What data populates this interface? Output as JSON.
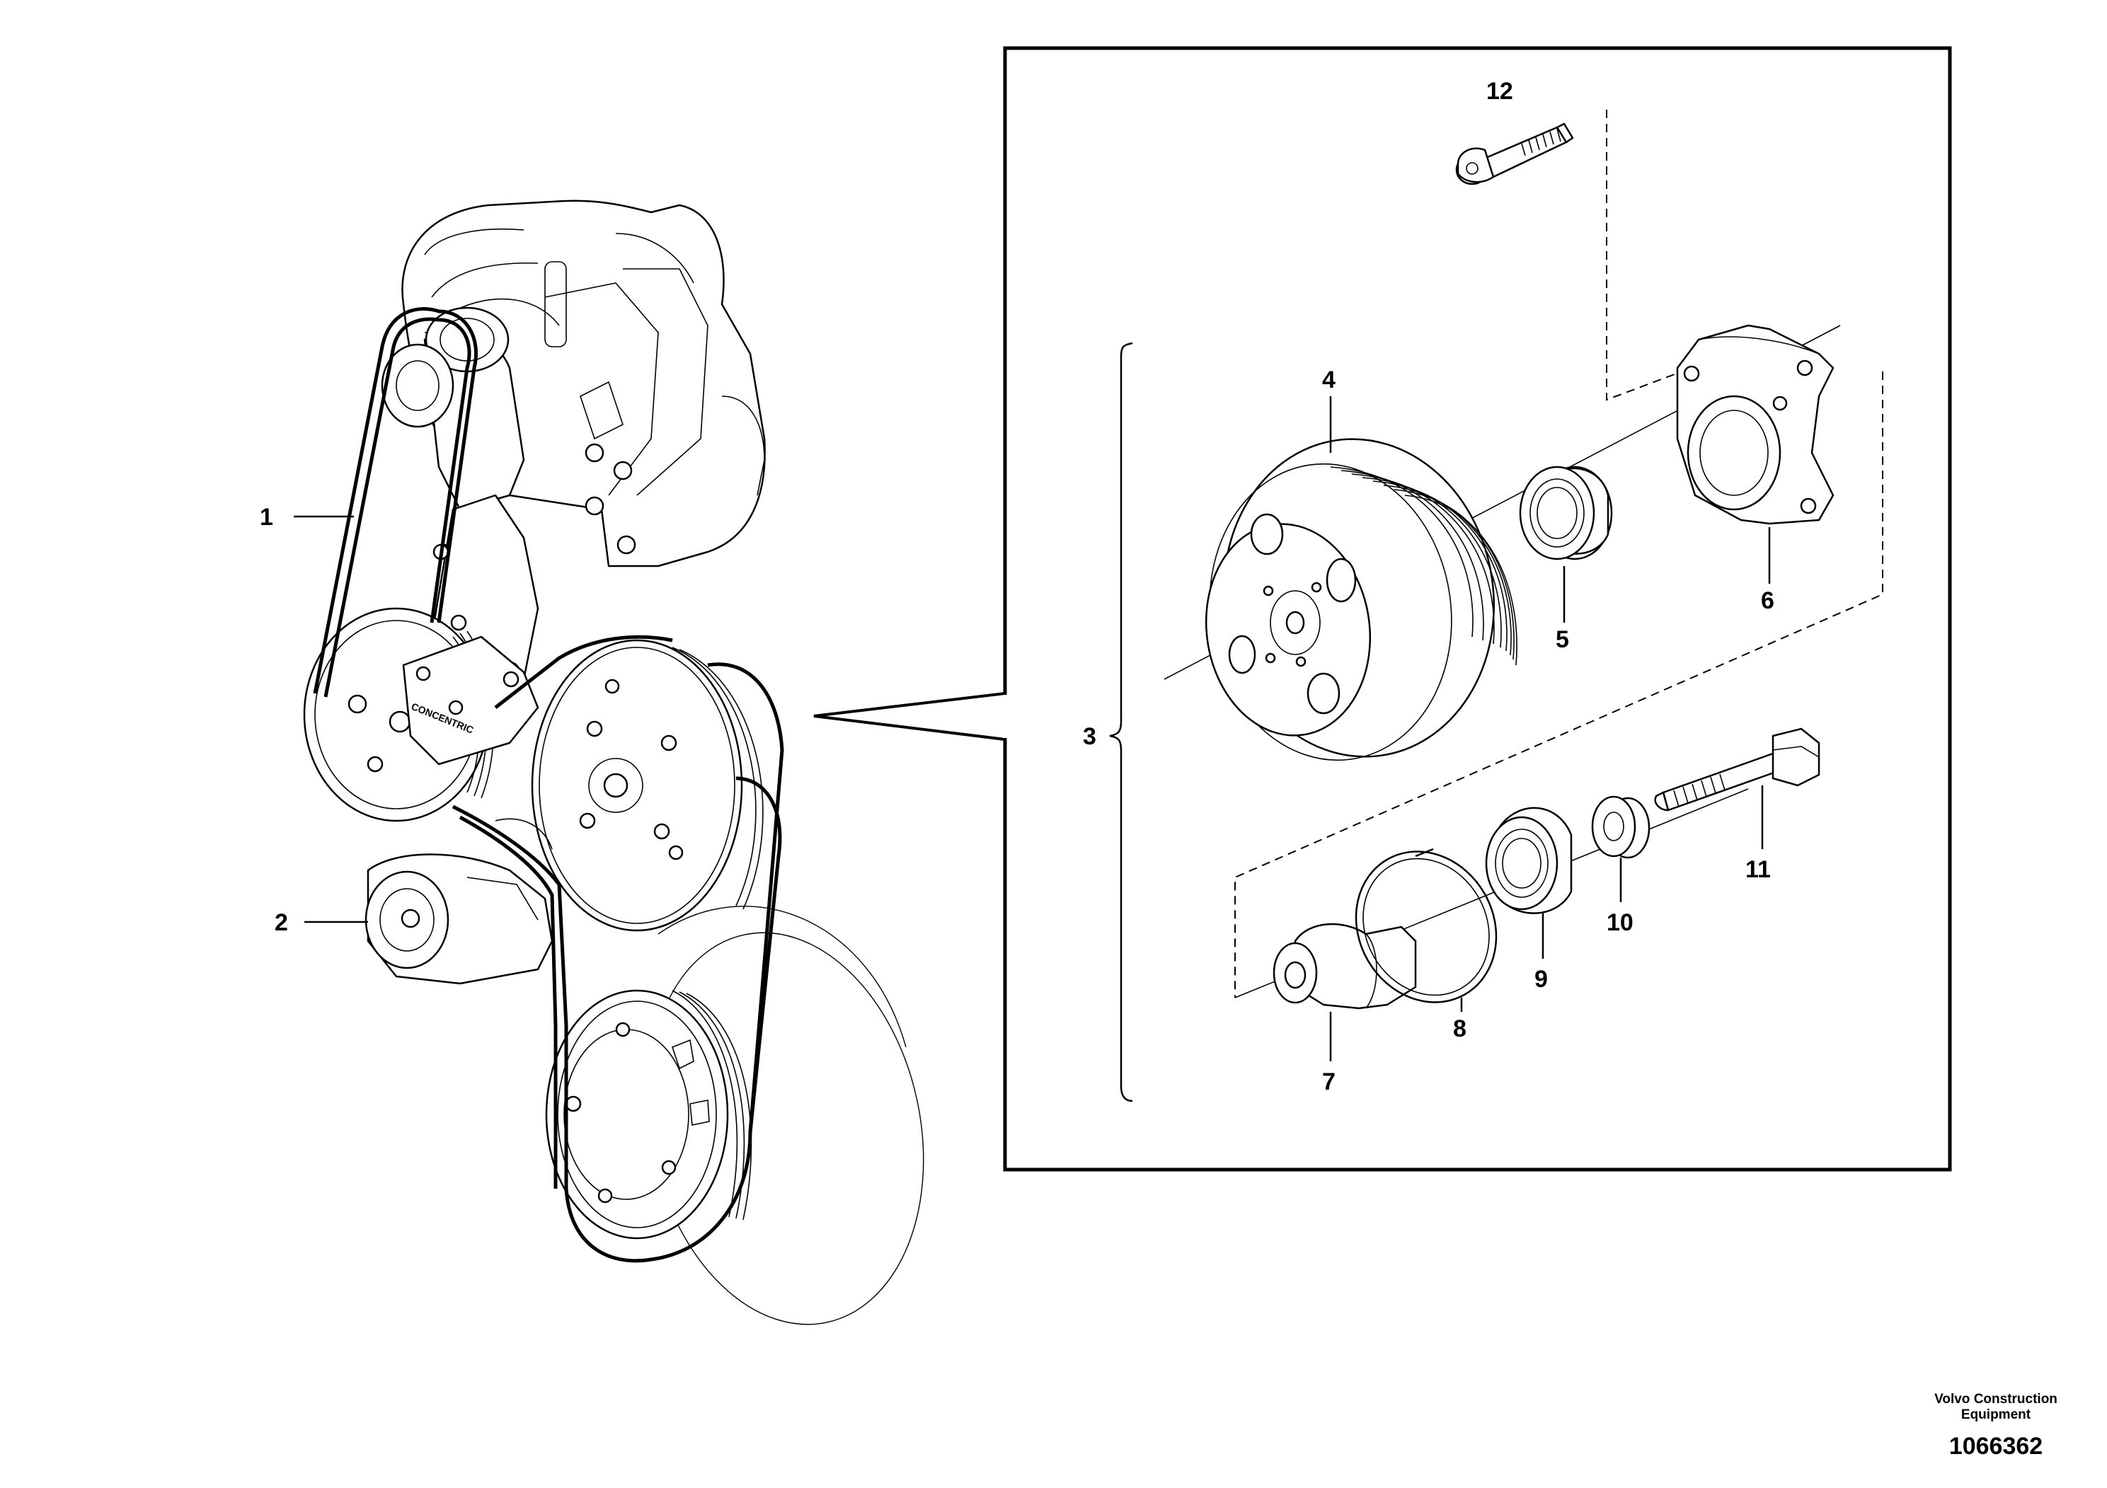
{
  "callouts": {
    "c1": "1",
    "c2": "2",
    "c3": "3",
    "c4": "4",
    "c5": "5",
    "c6": "6",
    "c7": "7",
    "c8": "8",
    "c9": "9",
    "c10": "10",
    "c11": "11",
    "c12": "12"
  },
  "tensioner_marking": "CONCENTRIC",
  "footer": {
    "company_line1": "Volvo Construction",
    "company_line2": "Equipment",
    "drawing_number": "1066362"
  }
}
